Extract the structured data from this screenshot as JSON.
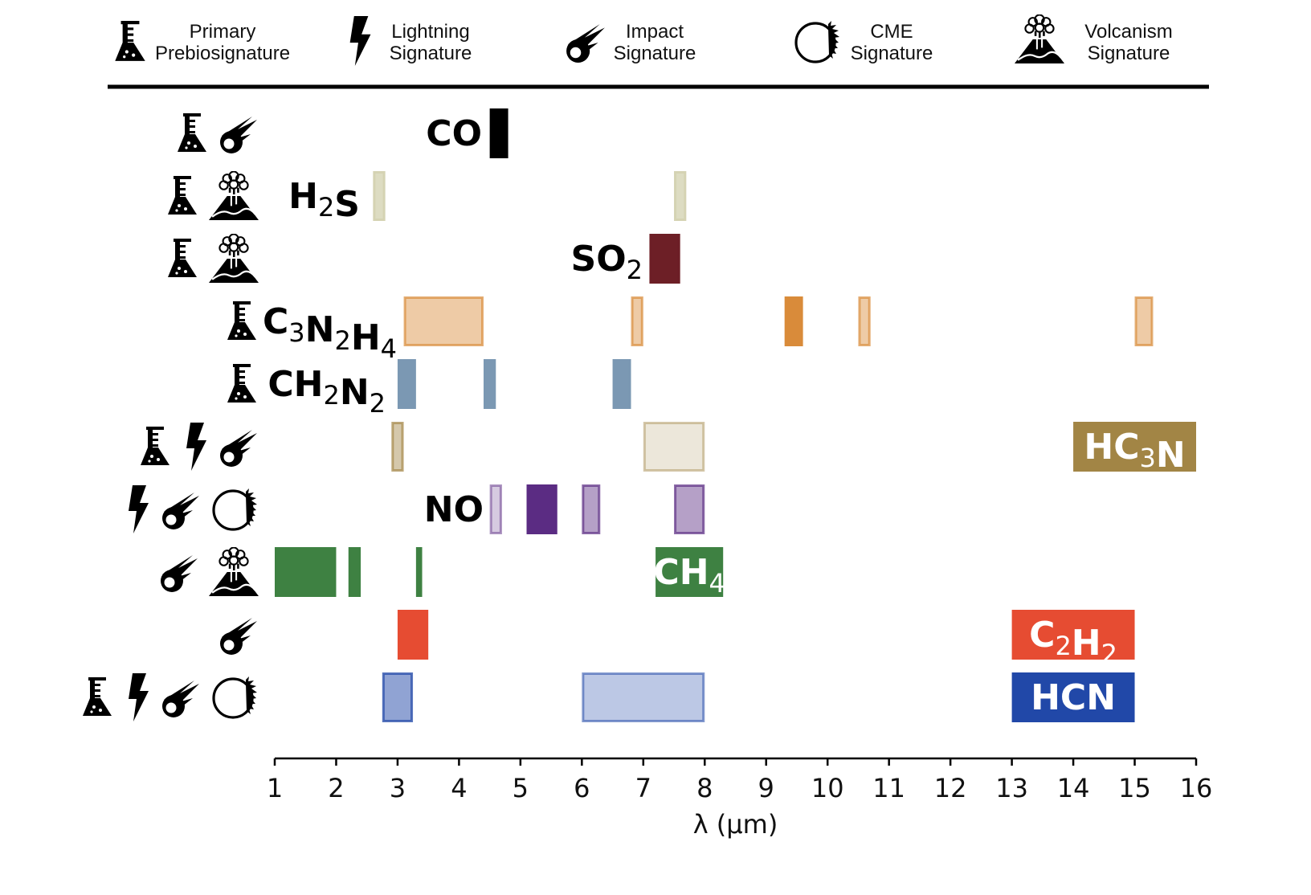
{
  "legend": [
    {
      "icon": "flask-icon",
      "label_lines": [
        "Primary",
        "Prebiosignature"
      ]
    },
    {
      "icon": "lightning-icon",
      "label_lines": [
        "Lightning",
        "Signature"
      ]
    },
    {
      "icon": "comet-icon",
      "label_lines": [
        "Impact",
        "Signature"
      ]
    },
    {
      "icon": "cme-sun-icon",
      "label_lines": [
        "CME",
        "Signature"
      ]
    },
    {
      "icon": "volcano-icon",
      "label_lines": [
        "Volcanism",
        "Signature"
      ]
    }
  ],
  "chart_data": {
    "type": "bar",
    "orientation": "horizontal-ranges",
    "xlabel": "λ (μm)",
    "xlim": [
      1,
      16
    ],
    "xticks": [
      1,
      2,
      3,
      4,
      5,
      6,
      7,
      8,
      9,
      10,
      11,
      12,
      13,
      14,
      15,
      16
    ],
    "grid": false,
    "series": [
      {
        "name": "CO",
        "label_text": "CO",
        "color": "#000000",
        "icons": [
          "flask-icon",
          "comet-icon"
        ],
        "ranges": [
          {
            "start": 4.5,
            "end": 4.8,
            "alpha": 1.0
          }
        ]
      },
      {
        "name": "H2S",
        "label_text": "H₂S",
        "color": "#d5d3b3",
        "icons": [
          "flask-icon",
          "volcano-icon"
        ],
        "ranges": [
          {
            "start": 2.6,
            "end": 2.8,
            "alpha": 0.8
          },
          {
            "start": 7.5,
            "end": 7.7,
            "alpha": 0.8
          }
        ]
      },
      {
        "name": "SO2",
        "label_text": "SO₂",
        "color": "#6d1f26",
        "icons": [
          "flask-icon",
          "volcano-icon"
        ],
        "ranges": [
          {
            "start": 7.1,
            "end": 7.6,
            "alpha": 1.0
          }
        ]
      },
      {
        "name": "C3N2H4",
        "label_text": "C₃N₂H₄",
        "color": "#d98b3a",
        "icons": [
          "flask-icon"
        ],
        "ranges": [
          {
            "start": 3.1,
            "end": 4.4,
            "alpha": 0.45
          },
          {
            "start": 6.8,
            "end": 7.0,
            "alpha": 0.45
          },
          {
            "start": 9.3,
            "end": 9.6,
            "alpha": 1.0
          },
          {
            "start": 10.5,
            "end": 10.7,
            "alpha": 0.45
          },
          {
            "start": 15.0,
            "end": 15.3,
            "alpha": 0.45
          }
        ]
      },
      {
        "name": "CH2N2",
        "label_text": "CH₂N₂",
        "color": "#7b98b3",
        "icons": [
          "flask-icon"
        ],
        "ranges": [
          {
            "start": 3.0,
            "end": 3.3,
            "alpha": 1.0
          },
          {
            "start": 4.4,
            "end": 4.6,
            "alpha": 1.0
          },
          {
            "start": 6.5,
            "end": 6.8,
            "alpha": 1.0
          }
        ]
      },
      {
        "name": "HC3N",
        "label_text": "HC₃N",
        "color": "#a28545",
        "icons": [
          "flask-icon",
          "lightning-icon",
          "comet-icon"
        ],
        "ranges": [
          {
            "start": 2.9,
            "end": 3.1,
            "alpha": 0.45
          },
          {
            "start": 7.0,
            "end": 8.0,
            "alpha": 0.2
          },
          {
            "start": 14.0,
            "end": 16.0,
            "alpha": 1.0
          }
        ]
      },
      {
        "name": "NO",
        "label_text": "NO",
        "color": "#5b2c83",
        "icons": [
          "lightning-icon",
          "comet-icon",
          "cme-sun-icon"
        ],
        "ranges": [
          {
            "start": 4.5,
            "end": 4.7,
            "alpha": 0.25
          },
          {
            "start": 5.1,
            "end": 5.6,
            "alpha": 1.0
          },
          {
            "start": 6.0,
            "end": 6.3,
            "alpha": 0.45
          },
          {
            "start": 7.5,
            "end": 8.0,
            "alpha": 0.45
          }
        ]
      },
      {
        "name": "CH4",
        "label_text": "CH₄",
        "color": "#3e8142",
        "icons": [
          "comet-icon",
          "volcano-icon"
        ],
        "ranges": [
          {
            "start": 1.0,
            "end": 2.0,
            "alpha": 1.0
          },
          {
            "start": 2.2,
            "end": 2.4,
            "alpha": 1.0
          },
          {
            "start": 3.3,
            "end": 3.4,
            "alpha": 1.0
          },
          {
            "start": 7.2,
            "end": 8.3,
            "alpha": 1.0
          }
        ]
      },
      {
        "name": "C2H2",
        "label_text": "C₂H₂",
        "color": "#e64c32",
        "icons": [
          "comet-icon"
        ],
        "ranges": [
          {
            "start": 3.0,
            "end": 3.5,
            "alpha": 1.0
          },
          {
            "start": 13.0,
            "end": 15.0,
            "alpha": 1.0
          }
        ]
      },
      {
        "name": "HCN",
        "label_text": "HCN",
        "color": "#2148a8",
        "icons": [
          "flask-icon",
          "lightning-icon",
          "comet-icon",
          "cme-sun-icon"
        ],
        "ranges": [
          {
            "start": 2.75,
            "end": 3.25,
            "alpha": 0.5
          },
          {
            "start": 6.0,
            "end": 8.0,
            "alpha": 0.3
          },
          {
            "start": 13.0,
            "end": 15.0,
            "alpha": 1.0
          }
        ]
      }
    ]
  }
}
